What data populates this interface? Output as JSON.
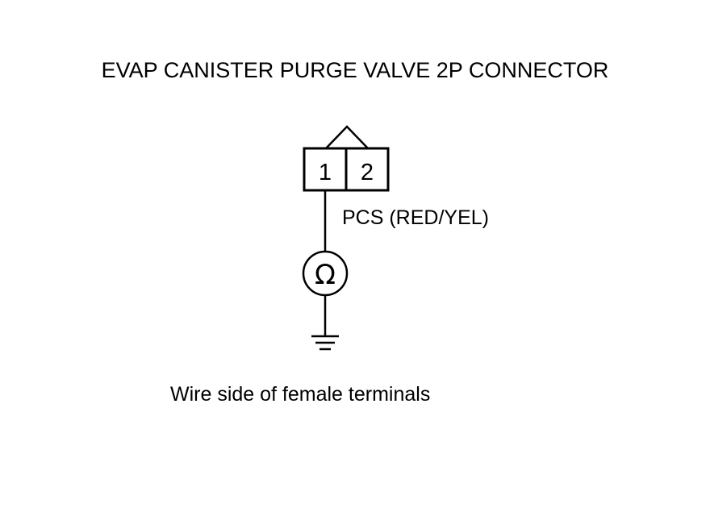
{
  "title": "EVAP CANISTER PURGE VALVE 2P CONNECTOR",
  "connector": {
    "pins": [
      "1",
      "2"
    ]
  },
  "wire": {
    "label": "PCS (RED/YEL)"
  },
  "meter": {
    "symbol": "Ω",
    "icon": "ohmmeter-icon"
  },
  "ground": {
    "icon": "ground-icon"
  },
  "caption": "Wire side of female terminals"
}
